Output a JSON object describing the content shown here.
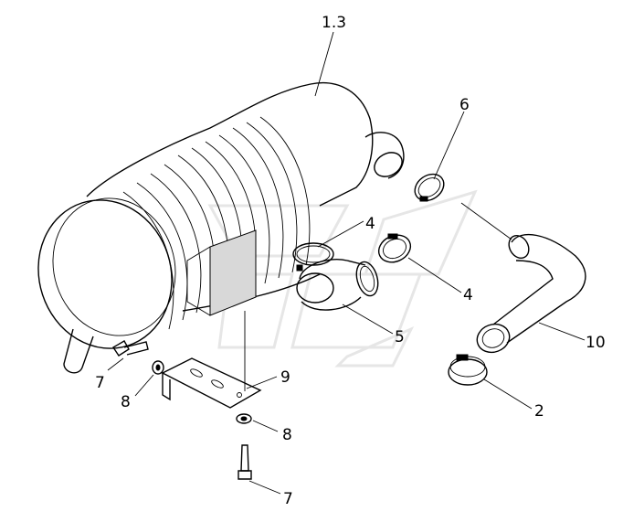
{
  "callouts": {
    "air_filter": "1.3",
    "clamp_top": "6",
    "clamp_upper": "4",
    "clamp_lower": "4",
    "elbow": "5",
    "hose": "10",
    "hose_clamp": "2",
    "bolt_left": "7",
    "washer_left": "8",
    "bracket": "9",
    "washer_bottom": "8",
    "bolt_bottom": "7"
  }
}
